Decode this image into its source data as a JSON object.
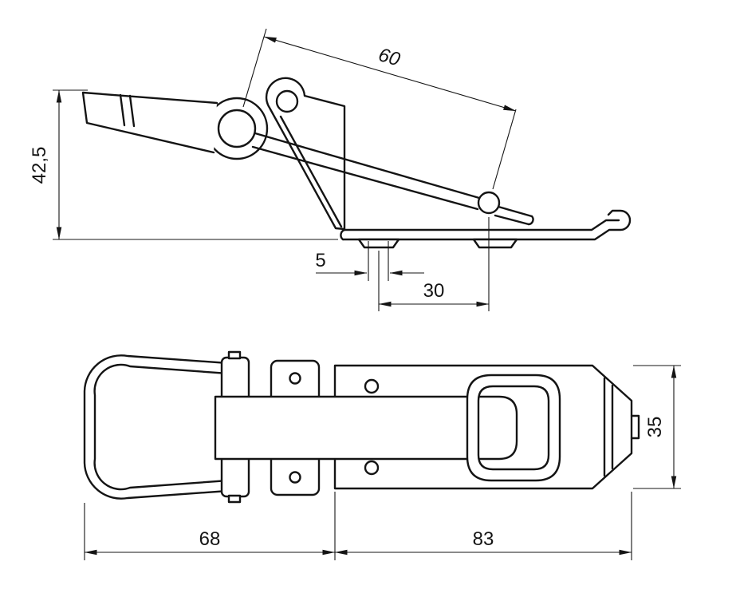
{
  "drawing": {
    "dimensions": {
      "link_length": "60",
      "overall_height": "42,5",
      "hole_offset": "5",
      "hole_spacing": "30",
      "plate_width": "35",
      "lever_length": "68",
      "base_length": "83"
    },
    "colors": {
      "line": "#141414",
      "background": "#ffffff"
    }
  }
}
